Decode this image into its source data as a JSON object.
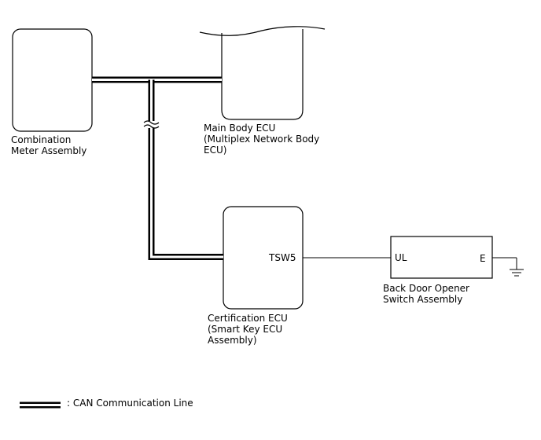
{
  "components": {
    "combination_meter": {
      "line1": "Combination",
      "line2": "Meter Assembly"
    },
    "main_body_ecu": {
      "line1": "Main Body ECU",
      "line2": "(Multiplex Network Body",
      "line3": "ECU)"
    },
    "certification_ecu": {
      "line1": "Certification ECU",
      "line2": "(Smart Key ECU",
      "line3": "Assembly)",
      "pin": "TSW5"
    },
    "back_door_switch": {
      "line1": "Back Door Opener",
      "line2": "Switch Assembly",
      "pin_left": "UL",
      "pin_right": "E"
    }
  },
  "legend": {
    "text": ": CAN Communication Line"
  },
  "colors": {
    "line": "#000000",
    "background": "#ffffff"
  }
}
